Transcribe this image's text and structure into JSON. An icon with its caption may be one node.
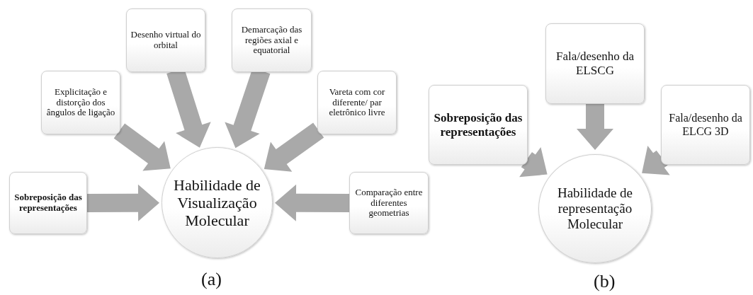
{
  "diagram": {
    "nodes": [
      {
        "text": [
          "Sobreposição das representações"
        ]
      },
      {
        "text": [
          "Explicitação e distorção dos ângulos de ligação"
        ]
      },
      {
        "text": [
          "Desenho virtual do orbital"
        ]
      },
      {
        "text": [
          "Demarcação das regiões axial e equatorial"
        ]
      },
      {
        "text": [
          "Vareta com cor diferente/ par eletrônico livre"
        ]
      },
      {
        "text": [
          "Comparação entre diferentes geometrias"
        ]
      },
      {
        "text": [
          "Habilidade de Visualização Molecular"
        ]
      },
      {
        "text": [
          "Sobreposição das representações"
        ]
      },
      {
        "text": [
          "Fala/desenho da ELSCG"
        ]
      },
      {
        "text": [
          "Fala/desenho da ELCG 3D"
        ]
      },
      {
        "text": [
          "Habilidade de representação Molecular"
        ]
      }
    ],
    "edges": [
      {
        "from": 0,
        "to": 6,
        "arrow": "to"
      },
      {
        "from": 1,
        "to": 6,
        "arrow": "to"
      },
      {
        "from": 2,
        "to": 6,
        "arrow": "to"
      },
      {
        "from": 3,
        "to": 6,
        "arrow": "to"
      },
      {
        "from": 4,
        "to": 6,
        "arrow": "to"
      },
      {
        "from": 5,
        "to": 6,
        "arrow": "to"
      },
      {
        "from": 7,
        "to": 10,
        "arrow": "to"
      },
      {
        "from": 8,
        "to": 10,
        "arrow": "to"
      },
      {
        "from": 9,
        "to": 10,
        "arrow": "to"
      }
    ],
    "labels": [
      "(a)",
      "(b)"
    ]
  }
}
